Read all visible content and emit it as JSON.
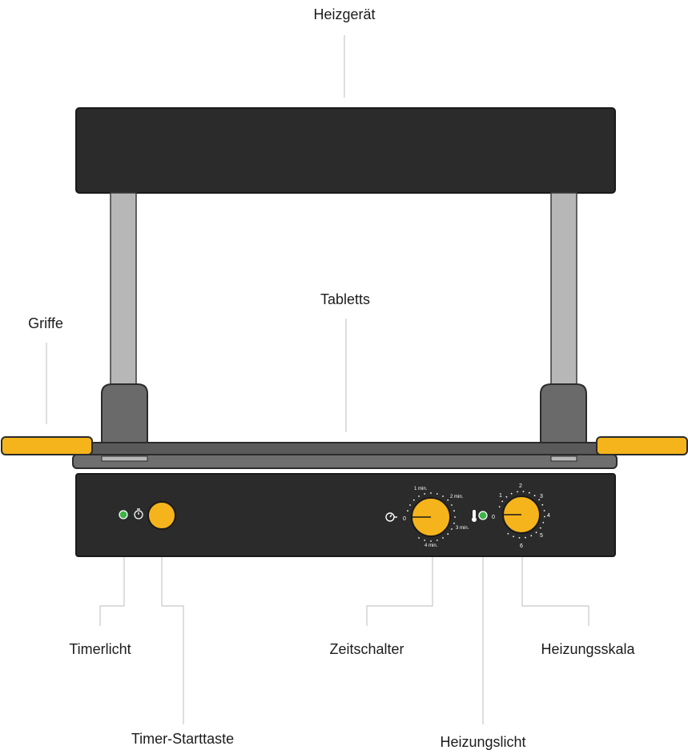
{
  "callouts": {
    "heater": "Heizgerät",
    "trays": "Tabletts",
    "handles": "Griffe",
    "timer_light": "Timerlicht",
    "timer_start_button": "Timer-Starttaste",
    "timer_switch": "Zeitschalter",
    "heating_light": "Heizungslicht",
    "heating_scale": "Heizungsskala"
  },
  "timer_dial": {
    "zero": "0",
    "m1": "1 min.",
    "m2": "2 min.",
    "m3": "3 min.",
    "m4": "4 min."
  },
  "heat_dial": {
    "zero": "0",
    "n1": "1",
    "n2": "2",
    "n3": "3",
    "n4": "4",
    "n5": "5",
    "n6": "6"
  },
  "colors": {
    "body": "#2b2b2b",
    "accent": "#f5b41b",
    "post": "#b7b7b7",
    "bracket": "#6a6a6a",
    "tray": "#5a5a5a",
    "indicator": "#3db34a",
    "leader": "#c8c8c8"
  },
  "icons": {
    "timer_icon": "stopwatch-icon",
    "timer_dial_icon": "timer-arrow-icon",
    "heat_icon": "thermometer-icon"
  }
}
